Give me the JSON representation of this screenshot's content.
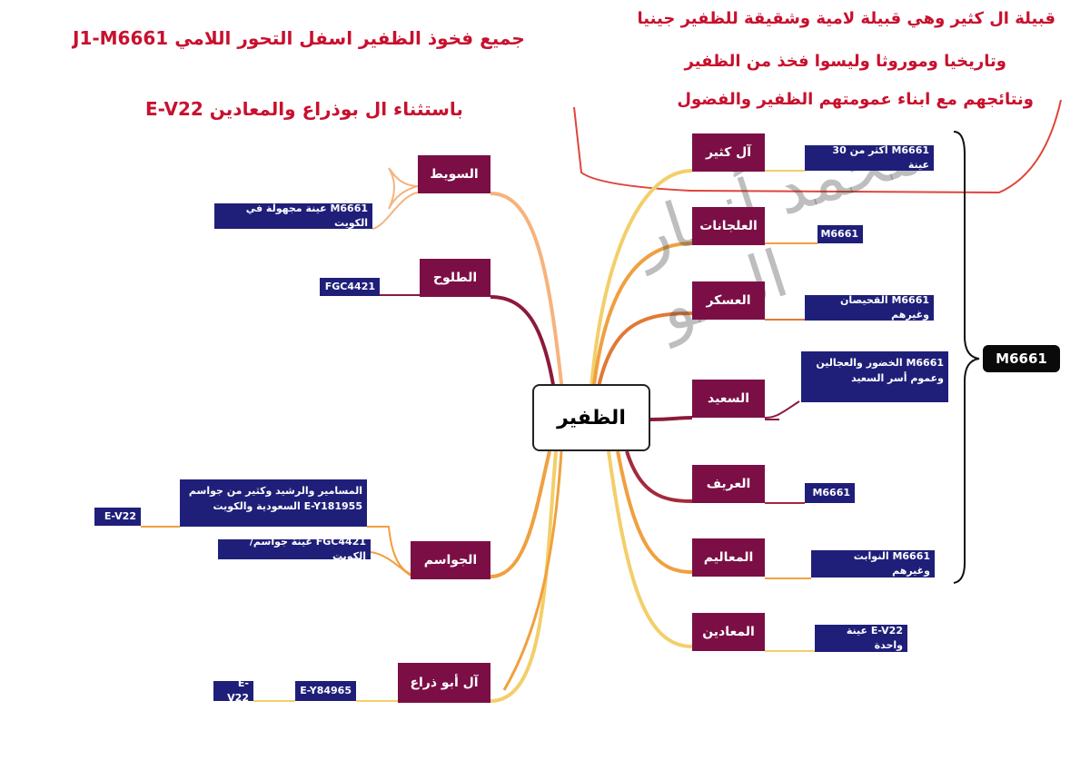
{
  "header": {
    "left_line1": "جميع فخوذ الظفير اسفل التحور اللامي J1-M6661",
    "left_line2": "باستثناء ال بوذراع والمعادين E-V22",
    "right_note": [
      "قبيلة ال كثير وهي قبيلة لامية وشقيقة للظفير جينيا",
      "وتاريخيا وموروثا وليسوا فخذ من الظفير",
      "ونتائجهم مع ابناء عمومتهم الظفير والفضول"
    ]
  },
  "center_node": "الظفير",
  "group_bracket_label": "M6661",
  "watermark_text": "محمد أنمار السو",
  "right_branches": [
    {
      "name": "آل كثير",
      "leaf": "M6661 أكثر من 30 عينة"
    },
    {
      "name": "العلجانات",
      "leaf": "M6661"
    },
    {
      "name": "العسكر",
      "leaf": "M6661 القحيصان وغيرهم"
    },
    {
      "name": "السعيد",
      "leaf": "M6661  الخضور والعجالين وعموم أسر السعيد"
    },
    {
      "name": "العريف",
      "leaf": "M6661"
    },
    {
      "name": "المعاليم",
      "leaf": "M6661 النوابت وغيرهم"
    },
    {
      "name": "المعادين",
      "leaf": "E-V22 عينة واحدة"
    }
  ],
  "left_branches": [
    {
      "name": "السويط",
      "leaves": [
        "M6661 عينة مجهولة في الكويت"
      ]
    },
    {
      "name": "الطلوح",
      "leaves": [
        "FGC4421"
      ]
    },
    {
      "name": "الجواسم",
      "leaves": [
        "المسامير والرشيد وكثير من جواسم E-Y181955 السعودية والكويت",
        "FGC4421 عينة جواسم/الكويت"
      ],
      "outer_leaf": "E-V22"
    },
    {
      "name": "آل أبو ذراع",
      "leaves": [
        "E-Y84965"
      ],
      "outer_leaf": "E-V22"
    }
  ],
  "colors": {
    "branch_fill": "#7b0f45",
    "leaf_fill": "#1f1f7a",
    "annotation_red": "#c8102e",
    "link_orange": "#f0a040",
    "link_yellow": "#f3cf6a",
    "link_maroon": "#8b1a3a"
  }
}
